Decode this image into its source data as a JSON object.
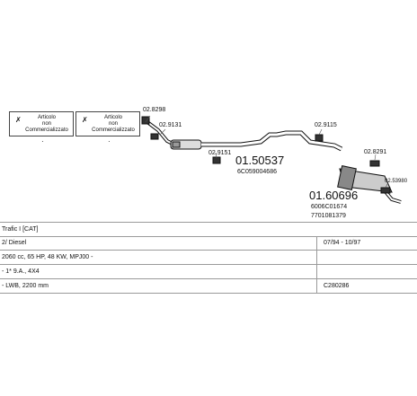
{
  "boxes": [
    {
      "title": "Articolo",
      "line2": "non",
      "line3": "Commercializzato"
    },
    {
      "title": "Articolo",
      "line2": "non",
      "line3": "Commercializzato"
    }
  ],
  "parts": {
    "p1": "02.8298",
    "p2": "02.9131",
    "p3": "02.9151",
    "p4": "01.50537",
    "p4_sub": "6C059004686",
    "p5": "02.9115",
    "p6": "02.8291",
    "p7": "01.60696",
    "p7_sub1": "6006C01674",
    "p7_sub2": "7701081379",
    "p8": "02.53980"
  },
  "table": {
    "rows": [
      {
        "c1": "Trafic I [CAT]",
        "c2": ""
      },
      {
        "c1": "2/ Diesel",
        "c2": "07/94 - 10/97"
      },
      {
        "c1": "2060 cc, 65 HP, 48 KW, MPJ00 -",
        "c2": ""
      },
      {
        "c1": "- 1* 9.A., 4X4",
        "c2": ""
      },
      {
        "c1": "- LWB, 2200 mm",
        "c2": "C280286"
      }
    ]
  }
}
